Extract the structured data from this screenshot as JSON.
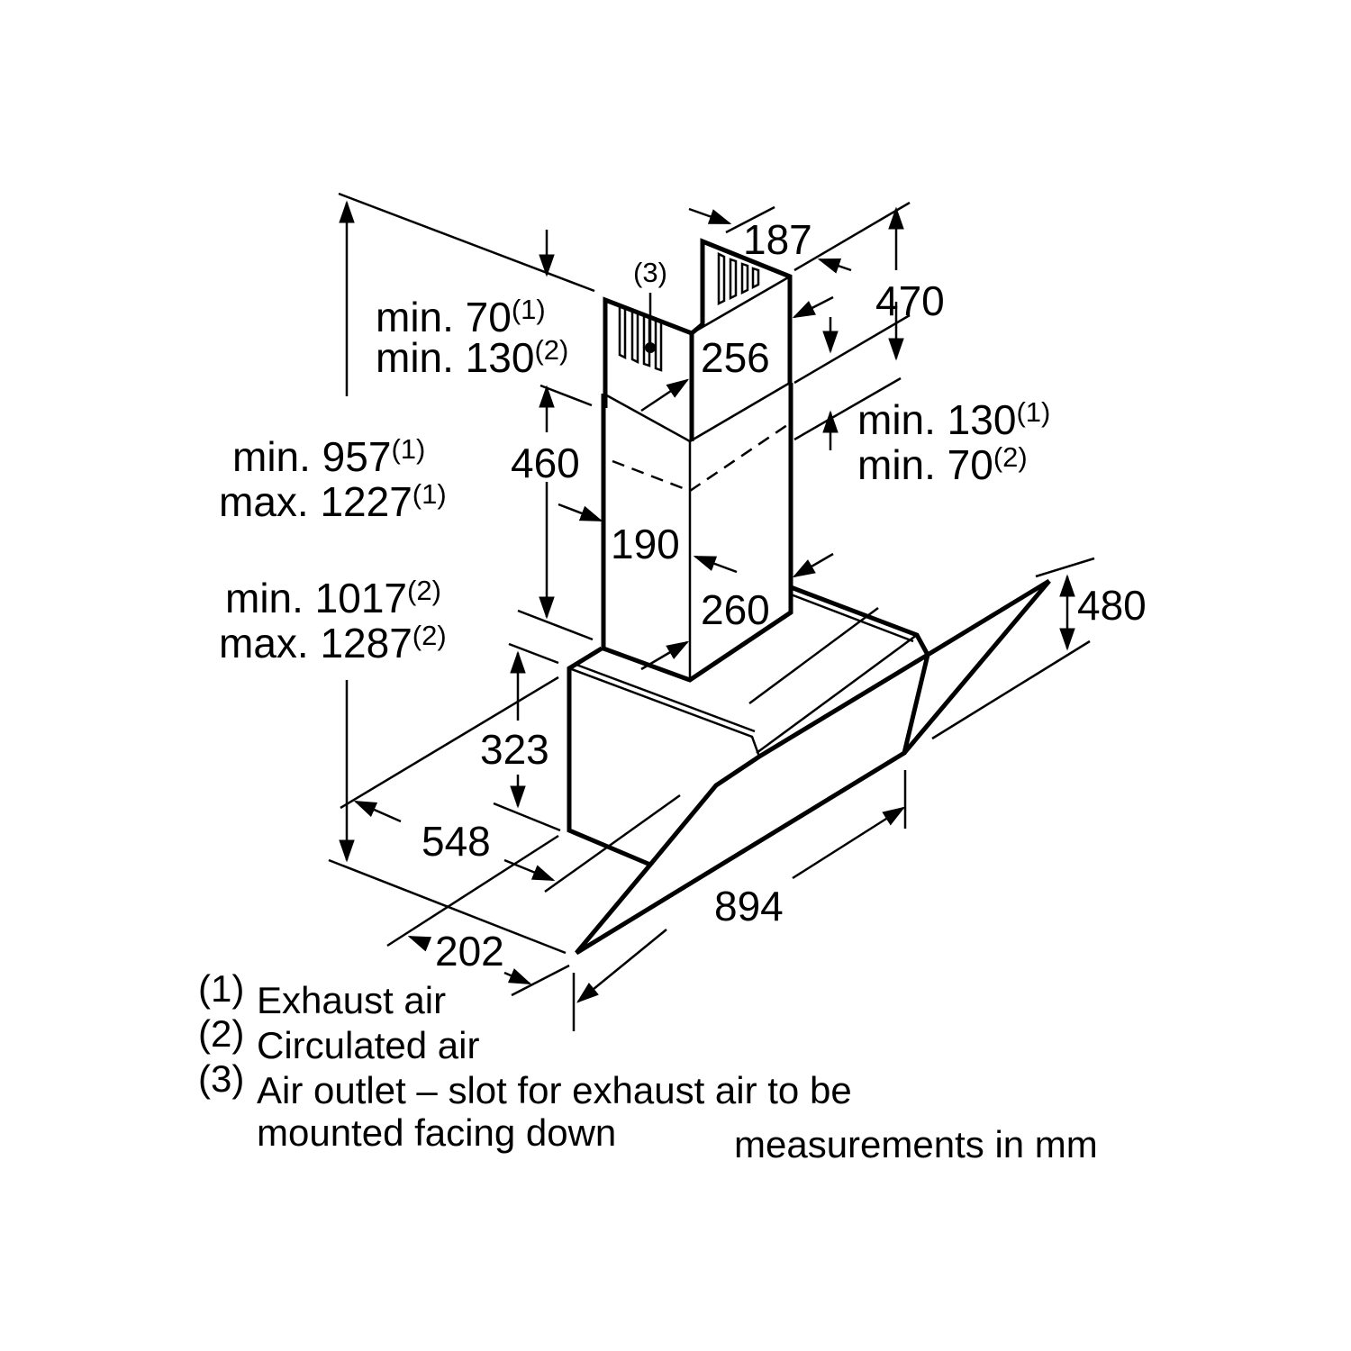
{
  "dimensions": {
    "d187": "187",
    "d470": "470",
    "d256": "256",
    "d460": "460",
    "d190": "190",
    "d260": "260",
    "d480": "480",
    "d323": "323",
    "d548": "548",
    "d894": "894",
    "d202": "202",
    "note3": "(3)",
    "upper_gap": {
      "line1": "min. 70",
      "sup1": "(1)",
      "line2": "min. 130",
      "sup2": "(2)"
    },
    "right_gap": {
      "line1": "min. 130",
      "sup1": "(1)",
      "line2": "min. 70",
      "sup2": "(2)"
    },
    "exhaust_height": {
      "line1": "min. 957",
      "sup1": "(1)",
      "line2": "max. 1227",
      "sup2": "(1)"
    },
    "circulated_height": {
      "line1": "min. 1017",
      "sup1": "(2)",
      "line2": "max. 1287",
      "sup2": "(2)"
    }
  },
  "legend": [
    {
      "marker": "(1)",
      "text": "Exhaust air"
    },
    {
      "marker": "(2)",
      "text": "Circulated air"
    },
    {
      "marker": "(3)",
      "text": "Air outlet – slot for exhaust air to be",
      "text2": "mounted facing down"
    }
  ],
  "units_note": "measurements in mm"
}
